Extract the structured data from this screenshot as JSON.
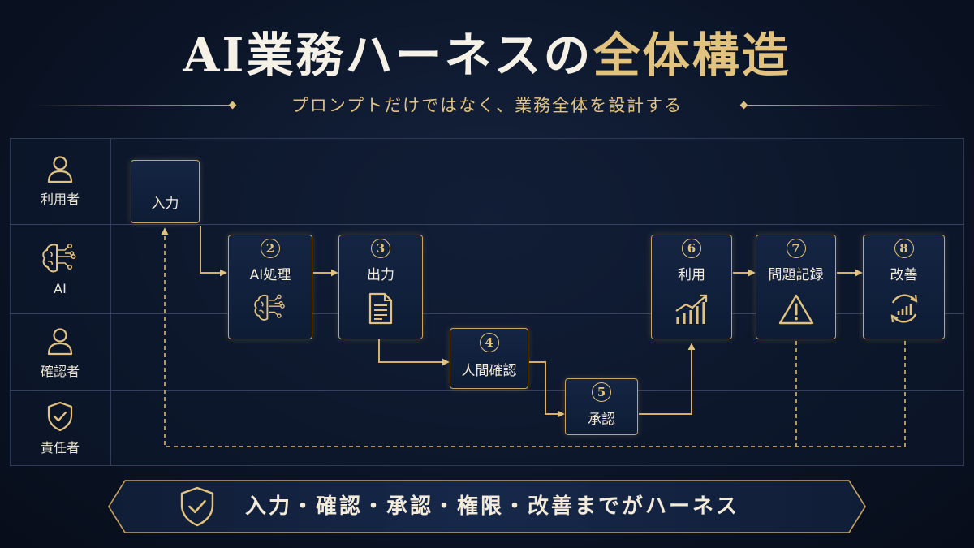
{
  "title": {
    "main": "AI業務ハーネスの",
    "accent": "全体構造"
  },
  "subtitle": "プロンプトだけではなく、業務全体を設計する",
  "roles": [
    {
      "label": "利用者",
      "icon": "user-icon"
    },
    {
      "label": "AI",
      "icon": "brain-circuit-icon"
    },
    {
      "label": "確認者",
      "icon": "user-icon"
    },
    {
      "label": "責任者",
      "icon": "shield-check-icon"
    }
  ],
  "steps": [
    {
      "num": "",
      "label": "入力",
      "lane": "利用者"
    },
    {
      "num": "2",
      "label": "AI処理",
      "lane": "AI",
      "icon": "brain-circuit-icon"
    },
    {
      "num": "3",
      "label": "出力",
      "lane": "AI",
      "icon": "document-icon"
    },
    {
      "num": "4",
      "label": "人間確認",
      "lane": "確認者"
    },
    {
      "num": "5",
      "label": "承認",
      "lane": "責任者"
    },
    {
      "num": "6",
      "label": "利用",
      "lane": "AI",
      "icon": "growth-chart-icon"
    },
    {
      "num": "7",
      "label": "問題記録",
      "lane": "AI",
      "icon": "warning-icon"
    },
    {
      "num": "8",
      "label": "改善",
      "lane": "AI",
      "icon": "improvement-cycle-icon"
    }
  ],
  "banner": {
    "text": "入力・確認・承認・権限・改善までがハーネス",
    "icon": "shield-check-icon"
  },
  "colors": {
    "gold": "#c9a45e",
    "gold_light": "#e2c27f",
    "background": "#0b1426",
    "text": "#f3ead8"
  }
}
